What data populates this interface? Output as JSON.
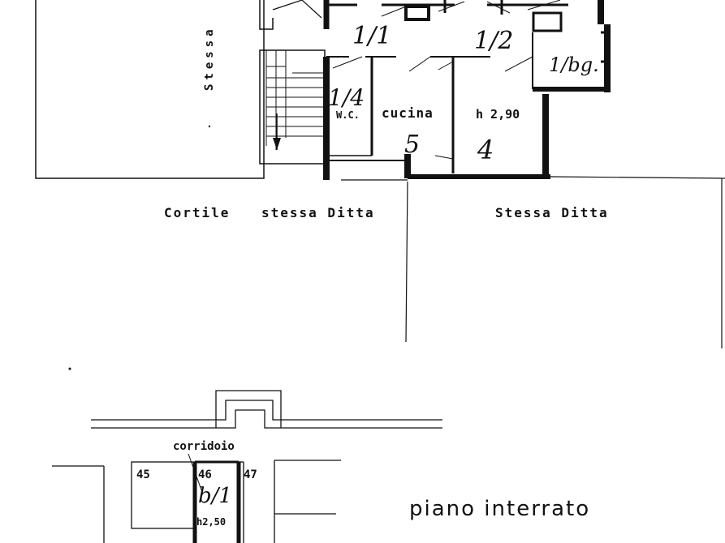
{
  "top_plan": {
    "left_label": "Stessa",
    "rooms": {
      "wc": "W.C.",
      "kitchen": "cucina",
      "height": "h 2,90",
      "kitchen_number": "5",
      "room_number": "4"
    },
    "handwritten": {
      "sub_1_1": "1/1",
      "sub_1_2": "1/2",
      "sub_1_4": "1/4",
      "sub_misc": "1/bg."
    },
    "bottom_labels": {
      "courtyard": "Cortile",
      "same_company_left": "stessa Ditta",
      "same_company_right": "Stessa Ditta"
    }
  },
  "basement_plan": {
    "corridor": "corridoio",
    "unit_45": "45",
    "unit_46": "46",
    "unit_47": "47",
    "height": "h2,50",
    "handwritten_sub": "b/1",
    "floor_title": "piano interrato"
  }
}
